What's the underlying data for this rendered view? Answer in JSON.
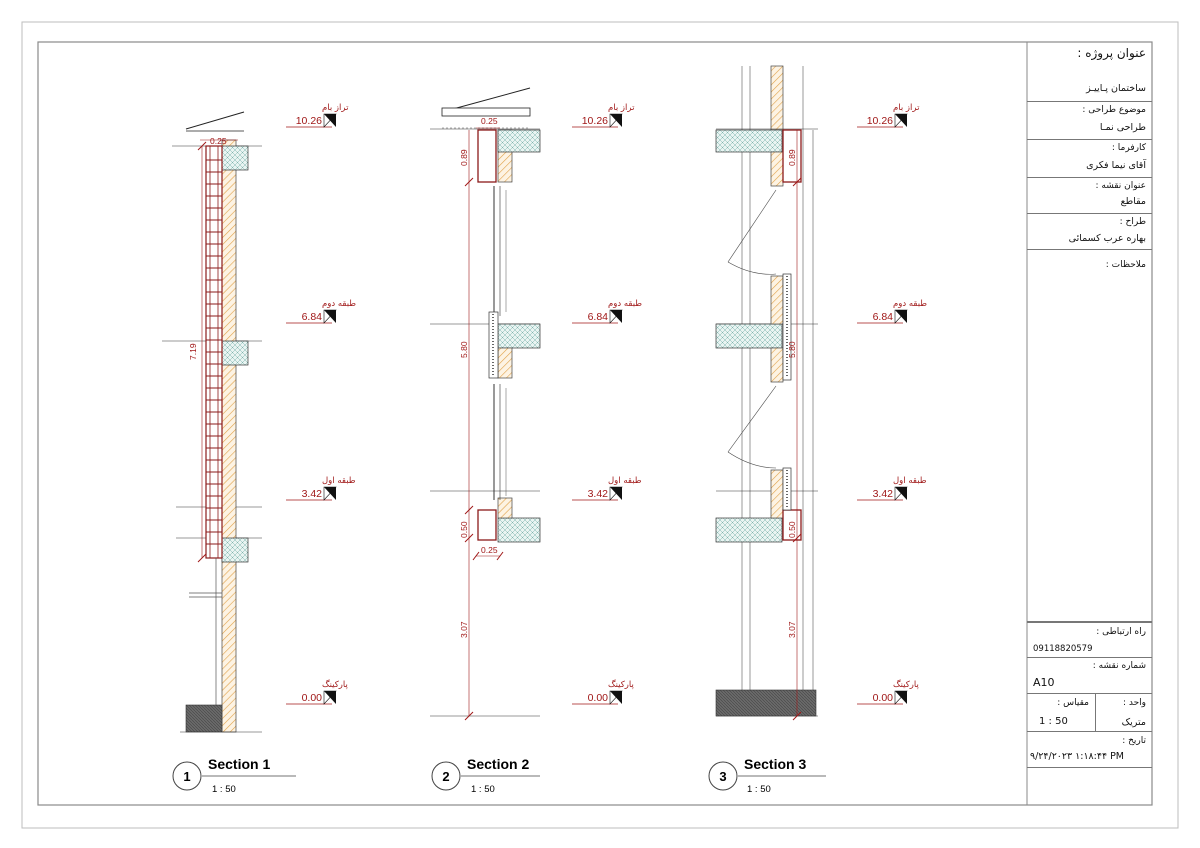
{
  "sections": [
    {
      "num": "1",
      "title": "Section 1",
      "scale": "1 : 50"
    },
    {
      "num": "2",
      "title": "Section 2",
      "scale": "1 : 50"
    },
    {
      "num": "3",
      "title": "Section 3",
      "scale": "1 : 50"
    }
  ],
  "levels": [
    {
      "name": "تراز بام",
      "value": "10.26"
    },
    {
      "name": "طبقه دوم",
      "value": "6.84"
    },
    {
      "name": "طبقه اول",
      "value": "3.42"
    },
    {
      "name": "پارکینگ",
      "value": "0.00"
    }
  ],
  "dims": {
    "s1": {
      "top": "0.25",
      "height": "7.19"
    },
    "s2": {
      "top_w": "0.25",
      "parapet": "0.89",
      "floor": "5.80",
      "sill": "0.50",
      "bottom_w": "0.25",
      "base": "3.07"
    },
    "s3": {
      "parapet": "0.89",
      "floor": "5.80",
      "sill": "0.50",
      "base": "3.07"
    }
  },
  "titleblock": {
    "project_label": "عنوان پروژه :",
    "project_value": "ساختمان پـاییـز",
    "subject_label": "موضوع طراحی :",
    "subject_value": "طراحی نمـا",
    "client_label": "کارفرما :",
    "client_value": "آقای نیما فکری",
    "sheet_title_label": "عنوان نقشه :",
    "sheet_title_value": "مقاطع",
    "designer_label": "طراح :",
    "designer_value": "بهاره عرب کسمائی",
    "notes_label": "ملاحظات :",
    "contact_label": "راه ارتباطی :",
    "contact_value": "09118820579",
    "sheet_no_label": "شماره نقشه :",
    "sheet_no_value": "A10",
    "unit_label": "واحد :",
    "unit_value": "متریک",
    "scale_label": "مقیاس :",
    "scale_value": "1 : 50",
    "date_label": "تاریخ :",
    "date_value": "۹/۲۴/۲۰۲۳ ۱:۱۸:۴۴ PM"
  },
  "colors": {
    "dim_red": "#a01818",
    "frame": "#8a8a8a",
    "wall_hatch": "#e0a24a",
    "slab_hatch": "#9cc9c4",
    "window_red": "#8b1a1a"
  }
}
